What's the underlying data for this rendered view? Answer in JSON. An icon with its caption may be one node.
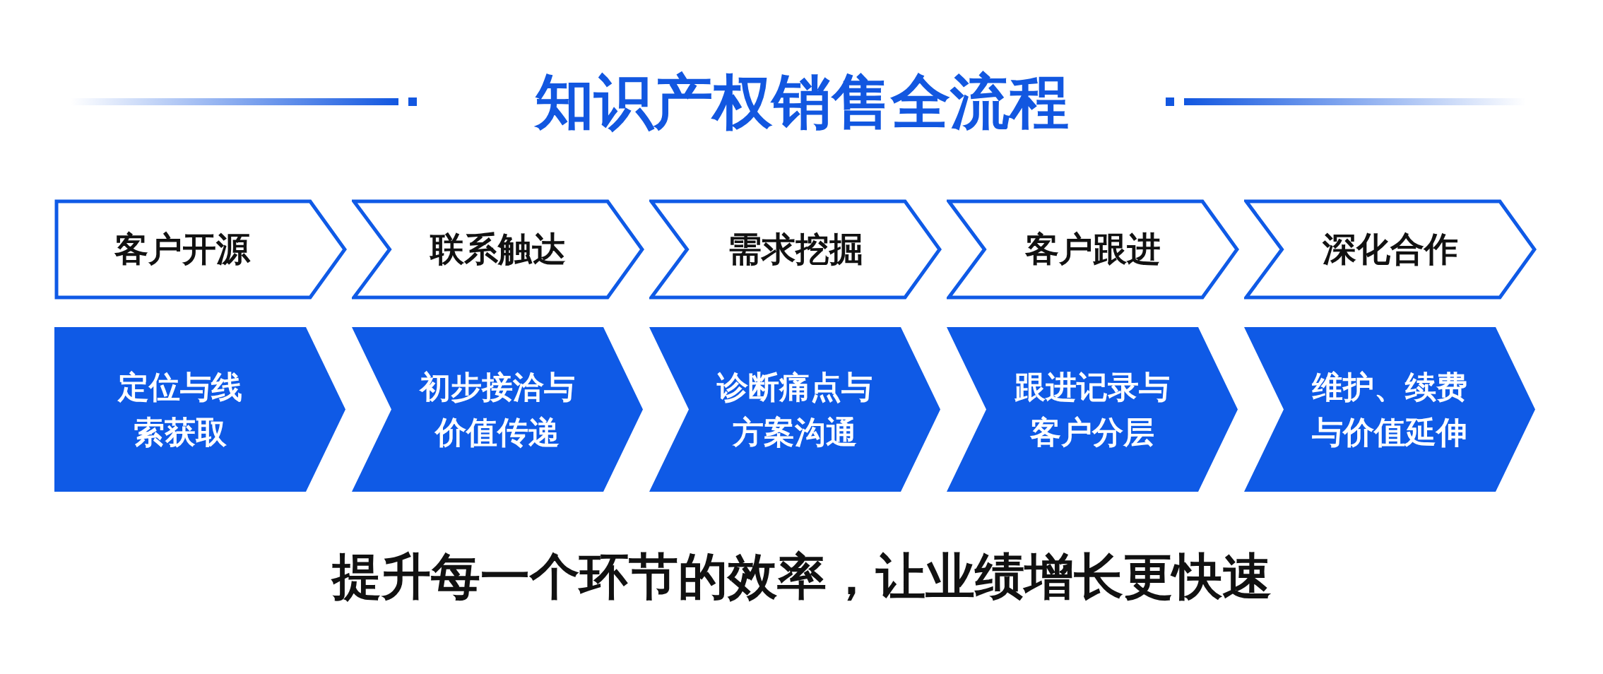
{
  "diagram": {
    "title": "知识产权销售全流程",
    "caption": "提升每一个环节的效率，让业绩增长更快速",
    "nodes": [
      {
        "text": [
          "客户开源"
        ]
      },
      {
        "text": [
          "联系触达"
        ]
      },
      {
        "text": [
          "需求挖掘"
        ]
      },
      {
        "text": [
          "客户跟进"
        ]
      },
      {
        "text": [
          "深化合作"
        ]
      },
      {
        "text": [
          "定位与线索获取"
        ]
      },
      {
        "text": [
          "初步接洽与价值传递"
        ]
      },
      {
        "text": [
          "诊断痛点与方案沟通"
        ]
      },
      {
        "text": [
          "跟进记录与客户分层"
        ]
      },
      {
        "text": [
          "维护、续费与价值延伸"
        ]
      }
    ]
  }
}
